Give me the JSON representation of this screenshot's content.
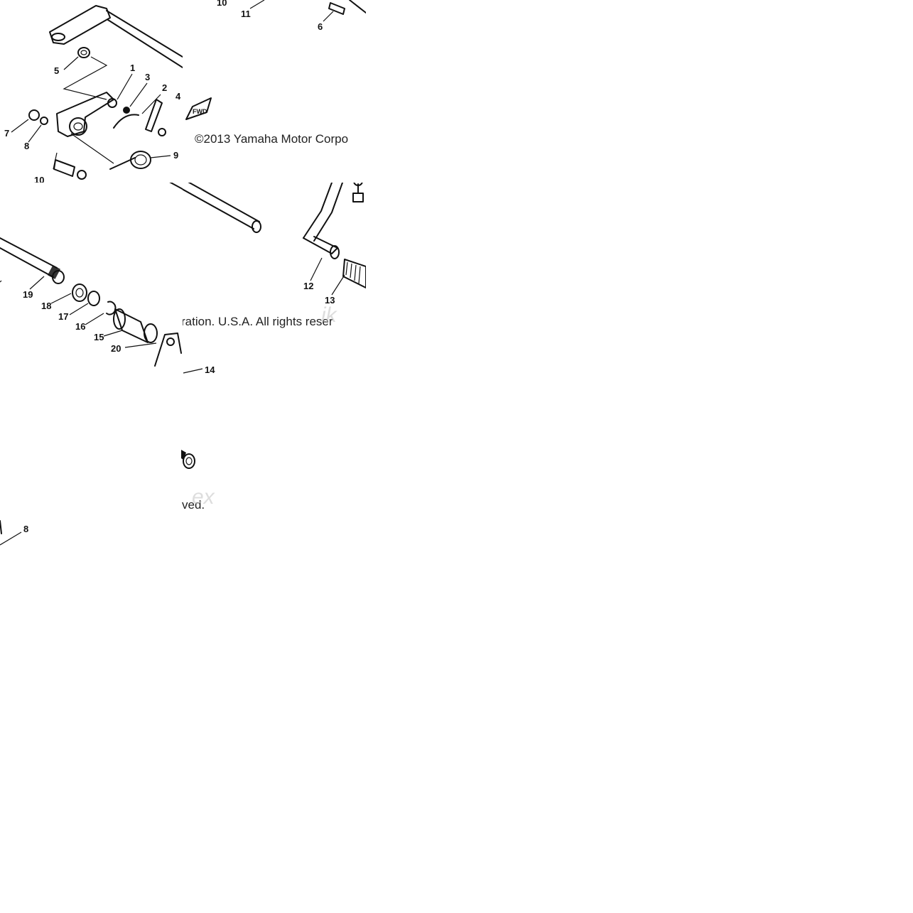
{
  "copyright": {
    "part1": "©2013 Yamaha Motor Corpo",
    "part2": "ration. U.S.A. All rights reser",
    "part3": "ved."
  },
  "watermark": {
    "fragment_a": "ik",
    "fragment_b": "ex"
  },
  "callouts": {
    "n1": "1",
    "n2": "2",
    "n3": "3",
    "n4": "4",
    "n5": "5",
    "n6": "6",
    "n7": "7",
    "n8": "8",
    "n9": "9",
    "n10": "10",
    "n11": "11",
    "n12": "12",
    "n13": "13",
    "n14": "14",
    "n15": "15",
    "n16": "16",
    "n17": "17",
    "n18": "18",
    "n19": "19",
    "n20": "20",
    "fwd": "FWD"
  }
}
